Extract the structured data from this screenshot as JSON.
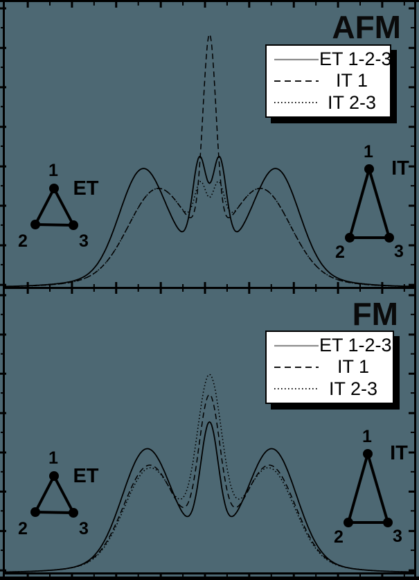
{
  "figure": {
    "background_color": "#4d6873",
    "frame_color": "#000000",
    "legend_bg_color": "#ffffff",
    "legend_solid_sample_color": "#8c8c8c",
    "panels": [
      {
        "id": "afm",
        "title": "AFM",
        "legend": {
          "entries": [
            {
              "label": "ET 1-2-3",
              "style": "solid"
            },
            {
              "label": "IT 1",
              "style": "dashed"
            },
            {
              "label": "IT 2-3",
              "style": "dotted"
            }
          ]
        },
        "diagrams": [
          {
            "label": "ET",
            "nodes": {
              "n1": "1",
              "n2": "2",
              "n3": "3"
            }
          },
          {
            "label": "IT",
            "nodes": {
              "n1": "1",
              "n2": "2",
              "n3": "3"
            }
          }
        ]
      },
      {
        "id": "fm",
        "title": "FM",
        "legend": {
          "entries": [
            {
              "label": "ET 1-2-3",
              "style": "solid"
            },
            {
              "label": "IT 1",
              "style": "dashed"
            },
            {
              "label": "IT 2-3",
              "style": "dotted"
            }
          ]
        },
        "diagrams": [
          {
            "label": "ET",
            "nodes": {
              "n1": "1",
              "n2": "2",
              "n3": "3"
            }
          },
          {
            "label": "IT",
            "nodes": {
              "n1": "1",
              "n2": "2",
              "n3": "3"
            }
          }
        ]
      }
    ]
  },
  "chart_data": [
    {
      "id": "afm",
      "type": "line",
      "title": "AFM",
      "xlabel": "",
      "ylabel": "",
      "x_range_normalized": [
        0,
        1
      ],
      "y_range_normalized": [
        0,
        1
      ],
      "tick_labels": "none (unlabeled axes, arbitrary units)",
      "grid": false,
      "legend_position": "top-right",
      "series": [
        {
          "id": "it23",
          "name": "IT 2-3",
          "line": "dotted",
          "dash": "1.6 3.2",
          "stroke_width": 1.6,
          "components": [
            {
              "amp": 0.1,
              "center": 0.5,
              "width": 0.17
            },
            {
              "amp": 0.27,
              "center": 0.37,
              "width": 0.068
            },
            {
              "amp": 0.27,
              "center": 0.63,
              "width": 0.068
            },
            {
              "amp": 0.17,
              "center": 0.479,
              "width": 0.015
            },
            {
              "amp": 0.17,
              "center": 0.521,
              "width": 0.015
            }
          ],
          "key_features": "shoulders h=0.36 at x=0.37/0.63; twin central maxima h=0.37 at x=0.48/0.52; central local min h=0.32"
        },
        {
          "id": "it1",
          "name": "IT 1",
          "line": "dashed",
          "dash": "8 5",
          "stroke_width": 1.5,
          "components": [
            {
              "amp": 0.1,
              "center": 0.5,
              "width": 0.17
            },
            {
              "amp": 0.27,
              "center": 0.37,
              "width": 0.068
            },
            {
              "amp": 0.27,
              "center": 0.63,
              "width": 0.068
            },
            {
              "amp": 0.7,
              "center": 0.5,
              "width": 0.016
            }
          ],
          "key_features": "tall narrow central spike h=0.88 at x=0.5; shoulders h=0.36 at x=0.37/0.63; minima h=0.28 at x=0.44/0.56"
        },
        {
          "id": "et123",
          "name": "ET 1-2-3",
          "line": "solid",
          "dash": "",
          "stroke_width": 1.8,
          "components": [
            {
              "amp": 0.12,
              "center": 0.5,
              "width": 0.17
            },
            {
              "amp": 0.34,
              "center": 0.335,
              "width": 0.055
            },
            {
              "amp": 0.34,
              "center": 0.665,
              "width": 0.055
            },
            {
              "amp": 0.32,
              "center": 0.476,
              "width": 0.017
            },
            {
              "amp": 0.32,
              "center": 0.524,
              "width": 0.017
            }
          ],
          "key_features": "side maxima h=0.41 at x=0.34/0.66; deep minima h=0.21 at x=0.42/0.58; inner maxima h=0.43 at x=0.48/0.52; central dip h=0.37"
        }
      ]
    },
    {
      "id": "fm",
      "type": "line",
      "title": "FM",
      "xlabel": "",
      "ylabel": "",
      "x_range_normalized": [
        0,
        1
      ],
      "y_range_normalized": [
        0,
        1
      ],
      "tick_labels": "none (unlabeled axes, arbitrary units)",
      "grid": false,
      "legend_position": "top-right",
      "series": [
        {
          "id": "it23",
          "name": "IT 2-3",
          "line": "dotted",
          "dash": "1.6 3.2",
          "stroke_width": 1.6,
          "components": [
            {
              "amp": 0.1,
              "center": 0.5,
              "width": 0.17
            },
            {
              "amp": 0.3,
              "center": 0.352,
              "width": 0.06
            },
            {
              "amp": 0.3,
              "center": 0.648,
              "width": 0.06
            },
            {
              "amp": 0.57,
              "center": 0.5,
              "width": 0.03
            }
          ],
          "key_features": "tallest central maximum h=0.70; side maxima h=0.37 at x=0.35/0.65; minima h=0.27"
        },
        {
          "id": "it1",
          "name": "IT 1",
          "line": "dashed",
          "dash": "8 5",
          "stroke_width": 1.5,
          "components": [
            {
              "amp": 0.1,
              "center": 0.5,
              "width": 0.17
            },
            {
              "amp": 0.31,
              "center": 0.35,
              "width": 0.06
            },
            {
              "amp": 0.31,
              "center": 0.65,
              "width": 0.06
            },
            {
              "amp": 0.5,
              "center": 0.5,
              "width": 0.026
            }
          ],
          "key_features": "central maximum h=0.63; side maxima h=0.38 at x=0.35/0.65; minima h=0.27"
        },
        {
          "id": "et123",
          "name": "ET 1-2-3",
          "line": "solid",
          "dash": "",
          "stroke_width": 1.8,
          "components": [
            {
              "amp": 0.1,
              "center": 0.5,
              "width": 0.17
            },
            {
              "amp": 0.37,
              "center": 0.345,
              "width": 0.058
            },
            {
              "amp": 0.37,
              "center": 0.655,
              "width": 0.058
            },
            {
              "amp": 0.41,
              "center": 0.5,
              "width": 0.022
            }
          ],
          "key_features": "highest side maxima h=0.44 at x=0.345/0.655; lowest central maximum h=0.53; minima h=0.24 at x=0.44/0.56"
        }
      ]
    }
  ],
  "axes_ticks": {
    "x_major_fraction": [
      0.056,
      0.164,
      0.272,
      0.381,
      0.489,
      0.597,
      0.706,
      0.814,
      0.922
    ],
    "x_minor_fraction": [
      0.11,
      0.218,
      0.326,
      0.435,
      0.543,
      0.651,
      0.76,
      0.868,
      0.976
    ],
    "y_major_fraction": [
      0.022,
      0.161,
      0.299,
      0.438,
      0.577,
      0.715,
      0.854,
      0.993
    ],
    "y_minor_fraction": [
      0.09,
      0.229,
      0.367,
      0.506,
      0.645,
      0.783,
      0.922
    ]
  }
}
